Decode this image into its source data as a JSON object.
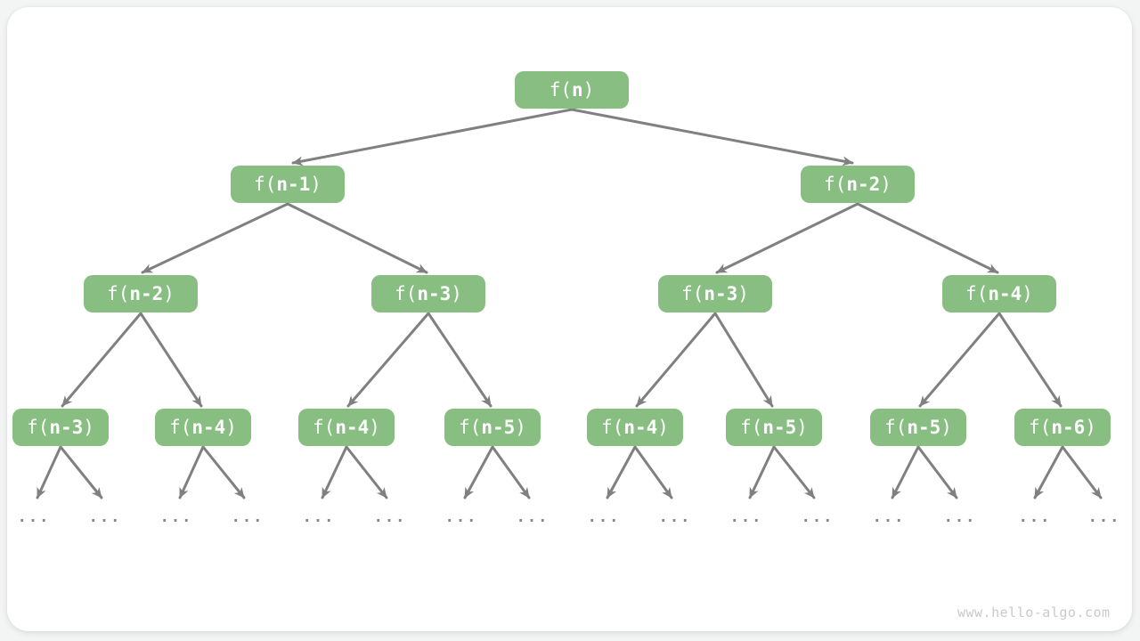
{
  "watermark": "www.hello-algo.com",
  "ellipsis": "...",
  "colors": {
    "node_fill": "#88BE81",
    "node_text": "#FFFFFF",
    "arrow_gray": "#808080",
    "ellipsis_gray": "#878787",
    "watermark_gray": "#C9CACA",
    "card_background": "#FFFFFF",
    "page_background": "#F3F4F4"
  },
  "tree": {
    "level1": [
      {
        "pre": "f(",
        "arg": "n",
        "suf": ")"
      }
    ],
    "level2": [
      {
        "pre": "f(",
        "arg": "n-1",
        "suf": ")"
      },
      {
        "pre": "f(",
        "arg": "n-2",
        "suf": ")"
      }
    ],
    "level3": [
      {
        "pre": "f(",
        "arg": "n-2",
        "suf": ")"
      },
      {
        "pre": "f(",
        "arg": "n-3",
        "suf": ")"
      },
      {
        "pre": "f(",
        "arg": "n-3",
        "suf": ")"
      },
      {
        "pre": "f(",
        "arg": "n-4",
        "suf": ")"
      }
    ],
    "level4": [
      {
        "pre": "f(",
        "arg": "n-3",
        "suf": ")"
      },
      {
        "pre": "f(",
        "arg": "n-4",
        "suf": ")"
      },
      {
        "pre": "f(",
        "arg": "n-4",
        "suf": ")"
      },
      {
        "pre": "f(",
        "arg": "n-5",
        "suf": ")"
      },
      {
        "pre": "f(",
        "arg": "n-4",
        "suf": ")"
      },
      {
        "pre": "f(",
        "arg": "n-5",
        "suf": ")"
      },
      {
        "pre": "f(",
        "arg": "n-5",
        "suf": ")"
      },
      {
        "pre": "f(",
        "arg": "n-6",
        "suf": ")"
      }
    ]
  }
}
